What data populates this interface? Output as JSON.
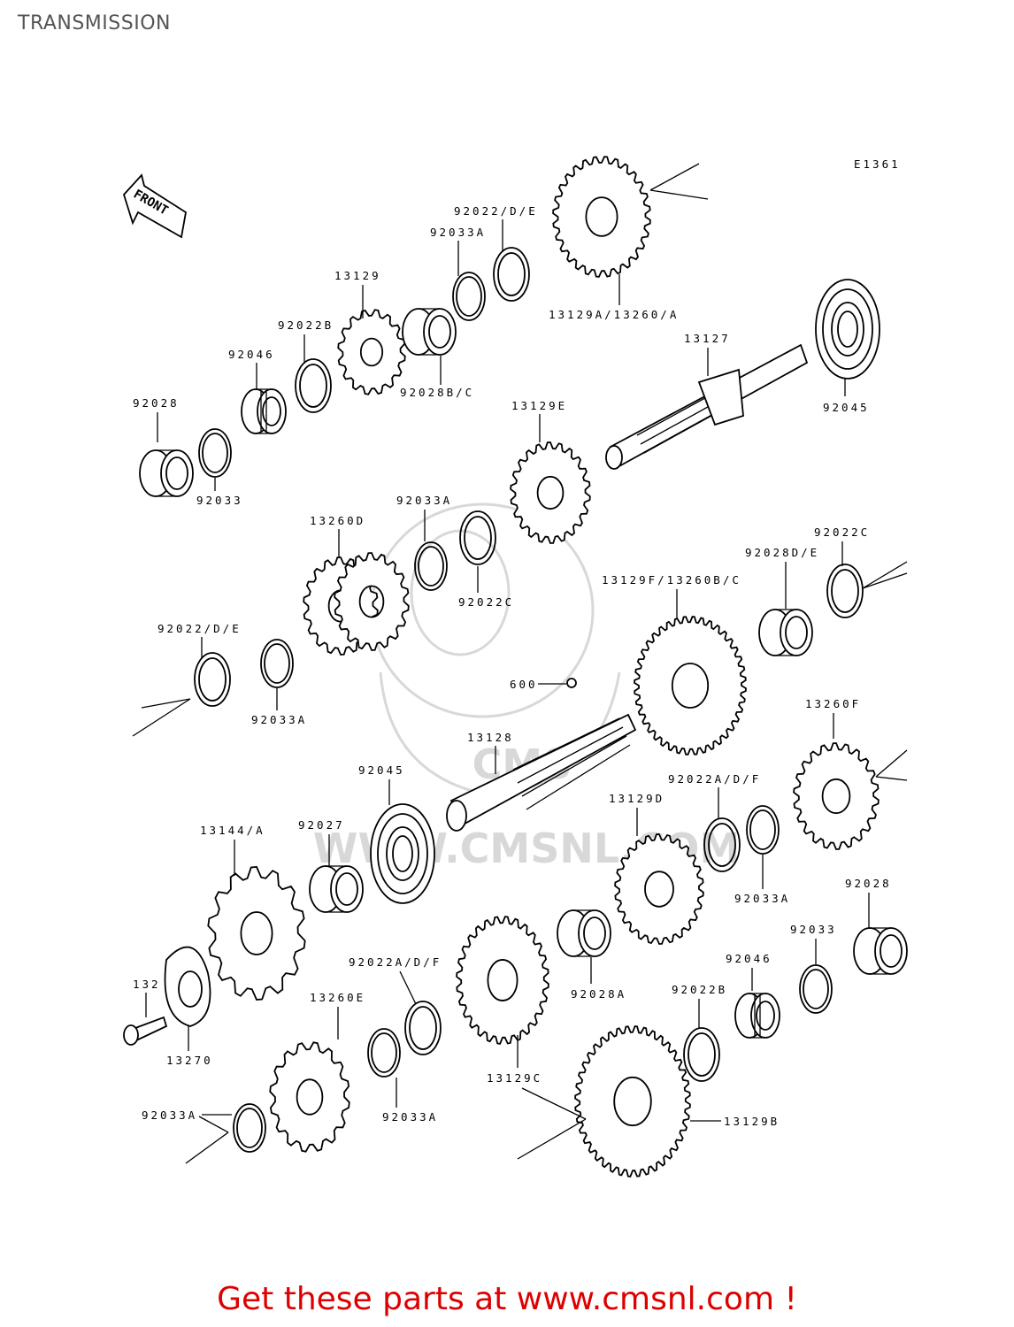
{
  "title": "TRANSMISSION",
  "figure_id": "E1361",
  "front_label": "FRONT",
  "watermark_text": "WWW.CMSNL.COM",
  "promo_text": "Get these parts at www.cmsnl.com !",
  "colors": {
    "promo": "#dd0000",
    "title": "#555555",
    "watermark": "#d8d8d8"
  },
  "part_labels": {
    "p92022de_top": "92022/D/E",
    "p92033a_top": "92033A",
    "p13129": "13129",
    "p92022b_top": "92022B",
    "p92046_top": "92046",
    "p92028_top": "92028",
    "p92028bc": "92028B/C",
    "p13129a": "13129A/13260/A",
    "p13127": "13127",
    "p92045_top": "92045",
    "p92033_top": "92033",
    "p13129e": "13129E",
    "p92033a_mid": "92033A",
    "p13260d": "13260D",
    "p92022c_mid": "92022C",
    "p92028de": "92028D/E",
    "p92022c_right": "92022C",
    "p13129f": "13129F/13260B/C",
    "p92022de_left": "92022/D/E",
    "p92033a_left": "92033A",
    "p600": "600",
    "p13128": "13128",
    "p13260f": "13260F",
    "p92045_mid": "92045",
    "p92022adf_right": "92022A/D/F",
    "p13129d": "13129D",
    "p13144": "13144/A",
    "p92027": "92027",
    "p92033a_right": "92033A",
    "p92028_right": "92028",
    "p92033_right": "92033",
    "p92046_right": "92046",
    "p92022adf_low": "92022A/D/F",
    "p92028a": "92028A",
    "p132": "132",
    "p13260e": "13260E",
    "p92022b_low": "92022B",
    "p13270": "13270",
    "p13129c": "13129C",
    "p92033a_bl": "92033A",
    "p92033a_bc": "92033A",
    "p13129b": "13129B"
  }
}
